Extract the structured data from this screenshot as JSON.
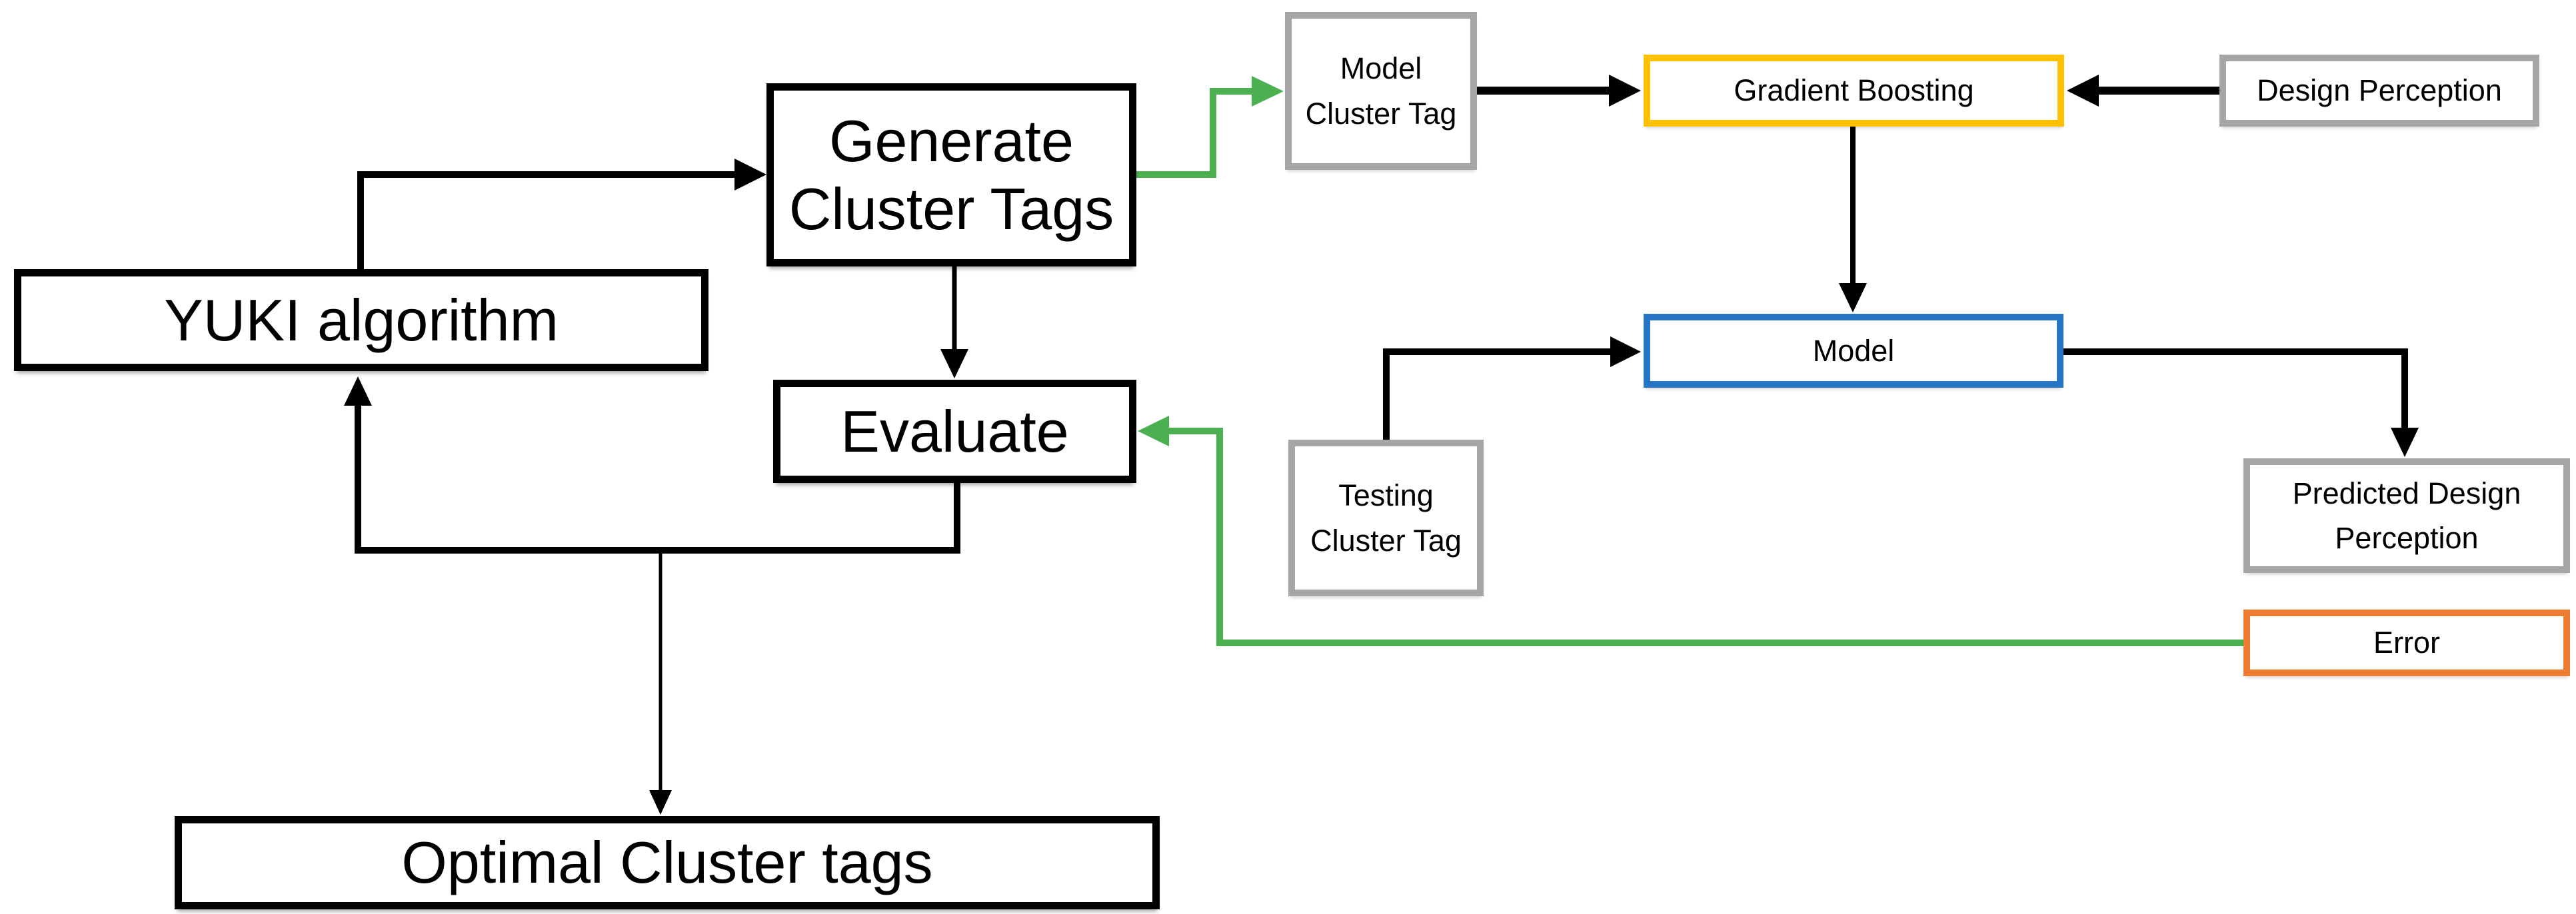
{
  "diagram": {
    "background": "#ffffff",
    "colors": {
      "black": "#000000",
      "gray": "#a6a6a6",
      "gold": "#ffc000",
      "blue": "#2776c6",
      "orange": "#ed7d31",
      "green": "#4caf50"
    },
    "nodes": {
      "yuki": {
        "label": "YUKI algorithm",
        "border_color": "#000000"
      },
      "generate": {
        "label": "Generate Cluster Tags",
        "border_color": "#000000"
      },
      "evaluate": {
        "label": "Evaluate",
        "border_color": "#000000"
      },
      "optimal": {
        "label": "Optimal Cluster tags",
        "border_color": "#000000"
      },
      "model_cluster_tag": {
        "label": "Model Cluster Tag",
        "border_color": "#a6a6a6"
      },
      "gradient_boosting": {
        "label": "Gradient Boosting",
        "border_color": "#ffc000"
      },
      "design_perception": {
        "label": "Design Perception",
        "border_color": "#a6a6a6"
      },
      "model": {
        "label": "Model",
        "border_color": "#2776c6"
      },
      "testing_cluster_tag": {
        "label": "Testing Cluster Tag",
        "border_color": "#a6a6a6"
      },
      "predicted_design_perception": {
        "label": "Predicted Design Perception",
        "border_color": "#a6a6a6"
      },
      "error": {
        "label": "Error",
        "border_color": "#ed7d31"
      }
    },
    "edges": [
      {
        "from": "yuki",
        "to": "generate",
        "color": "black"
      },
      {
        "from": "generate",
        "to": "evaluate",
        "color": "black"
      },
      {
        "from": "generate",
        "to": "model_cluster_tag",
        "color": "green"
      },
      {
        "from": "model_cluster_tag",
        "to": "gradient_boosting",
        "color": "black"
      },
      {
        "from": "design_perception",
        "to": "gradient_boosting",
        "color": "black"
      },
      {
        "from": "gradient_boosting",
        "to": "model",
        "color": "black"
      },
      {
        "from": "testing_cluster_tag",
        "to": "model",
        "color": "black"
      },
      {
        "from": "model",
        "to": "predicted_design_perception",
        "color": "black"
      },
      {
        "from": "error",
        "to": "evaluate",
        "color": "green"
      },
      {
        "from": "evaluate",
        "to": "yuki",
        "color": "black"
      },
      {
        "from": "evaluate",
        "to": "optimal",
        "color": "black"
      }
    ]
  }
}
